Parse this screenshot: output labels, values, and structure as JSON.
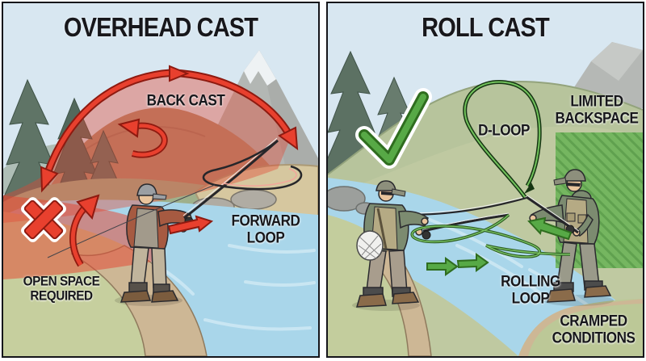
{
  "overhead_panel": {
    "title": "OVERHEAD CAST",
    "verdict": "negative",
    "verdict_icon": "cross-icon",
    "labels": {
      "back_cast": "BACK CAST",
      "forward_loop": "FORWARD\nLOOP",
      "open_space": "OPEN SPACE\nREQUIRED"
    }
  },
  "roll_panel": {
    "title": "ROLL CAST",
    "verdict": "positive",
    "verdict_icon": "checkmark-icon",
    "labels": {
      "d_loop": "D-LOOP",
      "limited_backspace": "LIMITED\nBACKSPACE",
      "rolling_loop": "ROLLING\nLOOP",
      "cramped_conditions": "CRAMPED\nCONDITIONS"
    }
  },
  "colors": {
    "negative_red": "#e8402e",
    "negative_red_dark": "#8e1a10",
    "positive_green": "#57a946",
    "positive_green_dark": "#2f6d1f",
    "label_text": "#17171b",
    "sky": "#d8e7f1",
    "water": "#a9d6ea",
    "grass": "#c6cf9e",
    "sand": "#d6c79f"
  }
}
